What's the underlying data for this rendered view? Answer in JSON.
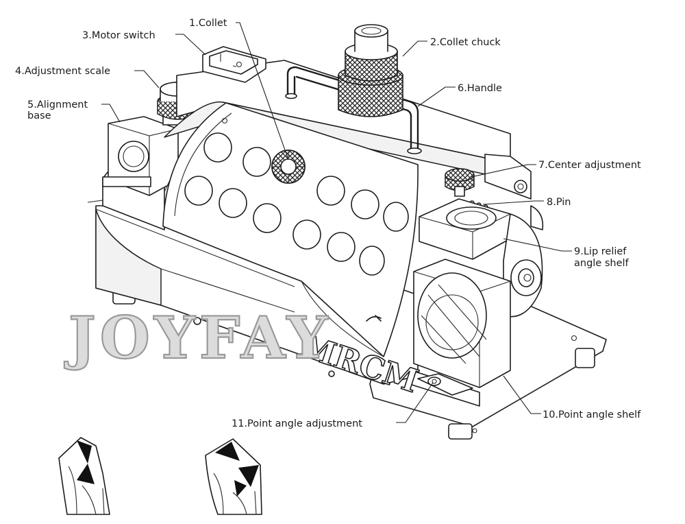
{
  "labels": {
    "collet": "1.Collet",
    "collet_chuck": "2.Collet chuck",
    "motor_switch": "3.Motor switch",
    "adjustment_scale": "4.Adjustment scale",
    "alignment_base_1": "5.Alignment",
    "alignment_base_2": "base",
    "handle": "6.Handle",
    "center_adjustment": "7.Center adjustment",
    "pin": "8.Pin",
    "lip_relief_1": "9.Lip relief",
    "lip_relief_2": "angle shelf",
    "point_angle_shelf": "10.Point angle shelf",
    "point_angle_adjustment": "11.Point angle adjustment"
  },
  "watermark": "JOYFAY",
  "logo": "MRCM"
}
